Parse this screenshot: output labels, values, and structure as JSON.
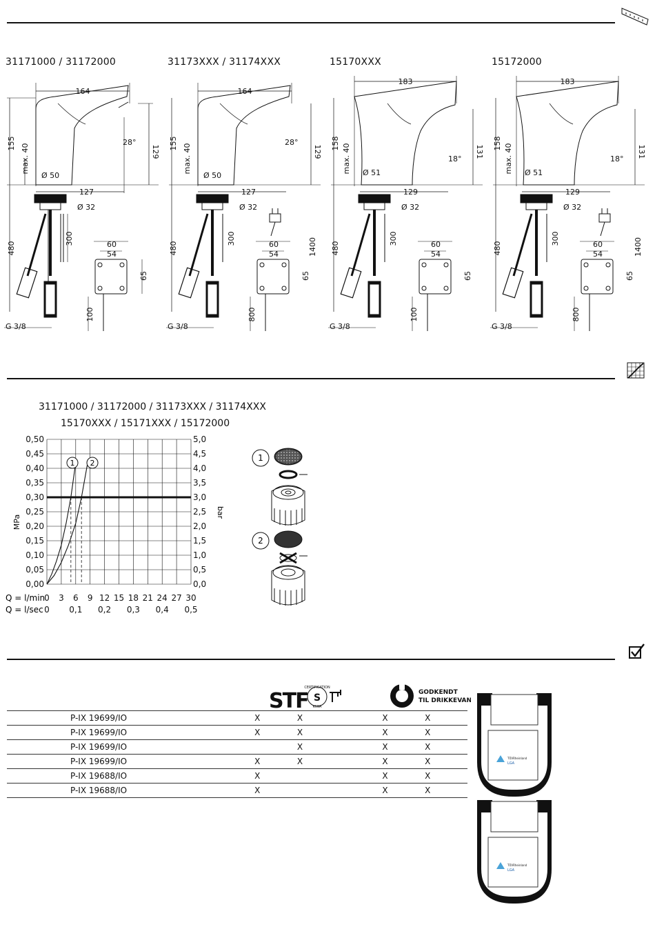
{
  "models": [
    {
      "label": "31171000 / 31172000"
    },
    {
      "label": "31173XXX / 31174XXX"
    },
    {
      "label": "15170XXX"
    },
    {
      "label": "15172000"
    }
  ],
  "dims": {
    "a": {
      "width": "164",
      "height": "155",
      "maxh": "max. 40",
      "dia": "Ø 50",
      "reach": "127",
      "right": "129",
      "angle": "28°",
      "hose": "480",
      "tube": "300",
      "box_w1": "60",
      "box_w2": "54",
      "box_h": "65",
      "cable": "100",
      "thread": "G 3/8",
      "pipe": "Ø 32"
    },
    "b": {
      "width": "164",
      "height": "155",
      "maxh": "max. 40",
      "dia": "Ø 50",
      "reach": "127",
      "right": "129",
      "angle": "28°",
      "hose": "480",
      "tube": "300",
      "box_w1": "60",
      "box_w2": "54",
      "box_h": "65",
      "cable": "800",
      "plug": "1400",
      "thread": "G 3/8",
      "pipe": "Ø 32"
    },
    "c": {
      "width": "183",
      "height": "158",
      "maxh": "max. 40",
      "dia": "Ø 51",
      "reach": "129",
      "right": "131",
      "angle": "18°",
      "hose": "480",
      "tube": "300",
      "box_w1": "60",
      "box_w2": "54",
      "box_h": "65",
      "cable": "100",
      "thread": "G 3/8",
      "pipe": "Ø 32"
    },
    "d": {
      "width": "183",
      "height": "158",
      "maxh": "max. 40",
      "dia": "Ø 51",
      "reach": "129",
      "right": "131",
      "angle": "18°",
      "hose": "480",
      "tube": "300",
      "box_w1": "60",
      "box_w2": "54",
      "box_h": "65",
      "cable": "800",
      "plug": "1400",
      "thread": "G 3/8",
      "pipe": "Ø 32"
    }
  },
  "flow": {
    "models_line1": "31171000 / 31172000 / 31173XXX / 31174XXX",
    "models_line2": "15170XXX / 15171XXX / 15172000",
    "ylabel_left": "MPa",
    "ylabel_right": "bar",
    "q_min_label": "Q = l/min",
    "q_sec_label": "Q = l/sec",
    "marker1": "1",
    "marker2": "2"
  },
  "chart_data": {
    "type": "line",
    "title": "",
    "xlabel": "Q = l/min",
    "ylabel": "MPa",
    "x_ticks": [
      "0",
      "3",
      "6",
      "9",
      "12",
      "15",
      "18",
      "21",
      "24",
      "27",
      "30"
    ],
    "x_ticks_sec": [
      "0",
      "0,1",
      "0,2",
      "0,3",
      "0,4",
      "0,5"
    ],
    "y_ticks_left": [
      "0,00",
      "0,05",
      "0,10",
      "0,15",
      "0,20",
      "0,25",
      "0,30",
      "0,35",
      "0,40",
      "0,45",
      "0,50"
    ],
    "y_ticks_right": [
      "0,0",
      "0,5",
      "1,0",
      "1,5",
      "2,0",
      "2,5",
      "3,0",
      "3,5",
      "4,0",
      "4,5",
      "5,0"
    ],
    "xlim": [
      0,
      30
    ],
    "ylim": [
      0,
      0.5
    ],
    "grid": true,
    "reference_line": 0.3,
    "series": [
      {
        "name": "1",
        "x": [
          0,
          1,
          2,
          3,
          4,
          5,
          6
        ],
        "y": [
          0,
          0.035,
          0.08,
          0.135,
          0.21,
          0.3,
          0.42
        ]
      },
      {
        "name": "2",
        "x": [
          0,
          1.5,
          3,
          4.5,
          6,
          7.2,
          8.5
        ],
        "y": [
          0,
          0.03,
          0.075,
          0.135,
          0.21,
          0.3,
          0.42
        ]
      }
    ]
  },
  "aerators": [
    {
      "num": "1"
    },
    {
      "num": "2"
    }
  ],
  "approvals": {
    "godkendt_line1": "GODKENDT",
    "godkendt_line2": "TIL DRIKKEVAND",
    "cert_text": "CERTIFICATION",
    "kiwa_text": "KIWA",
    "stf": "STF",
    "rows": [
      {
        "code": "P-IX 19699/IO",
        "c1": "X",
        "c2": "X",
        "c3": "X",
        "c4": "X"
      },
      {
        "code": "P-IX 19699/IO",
        "c1": "X",
        "c2": "X",
        "c3": "X",
        "c4": "X"
      },
      {
        "code": "P-IX 19699/IO",
        "c1": "",
        "c2": "X",
        "c3": "X",
        "c4": "X"
      },
      {
        "code": "P-IX 19699/IO",
        "c1": "X",
        "c2": "X",
        "c3": "X",
        "c4": "X"
      },
      {
        "code": "P-IX 19688/IO",
        "c1": "X",
        "c2": "",
        "c3": "X",
        "c4": "X"
      },
      {
        "code": "P-IX 19688/IO",
        "c1": "X",
        "c2": "",
        "c3": "X",
        "c4": "X"
      }
    ],
    "label_brand": "TÜVRheinland",
    "label_lga": "LGA"
  }
}
